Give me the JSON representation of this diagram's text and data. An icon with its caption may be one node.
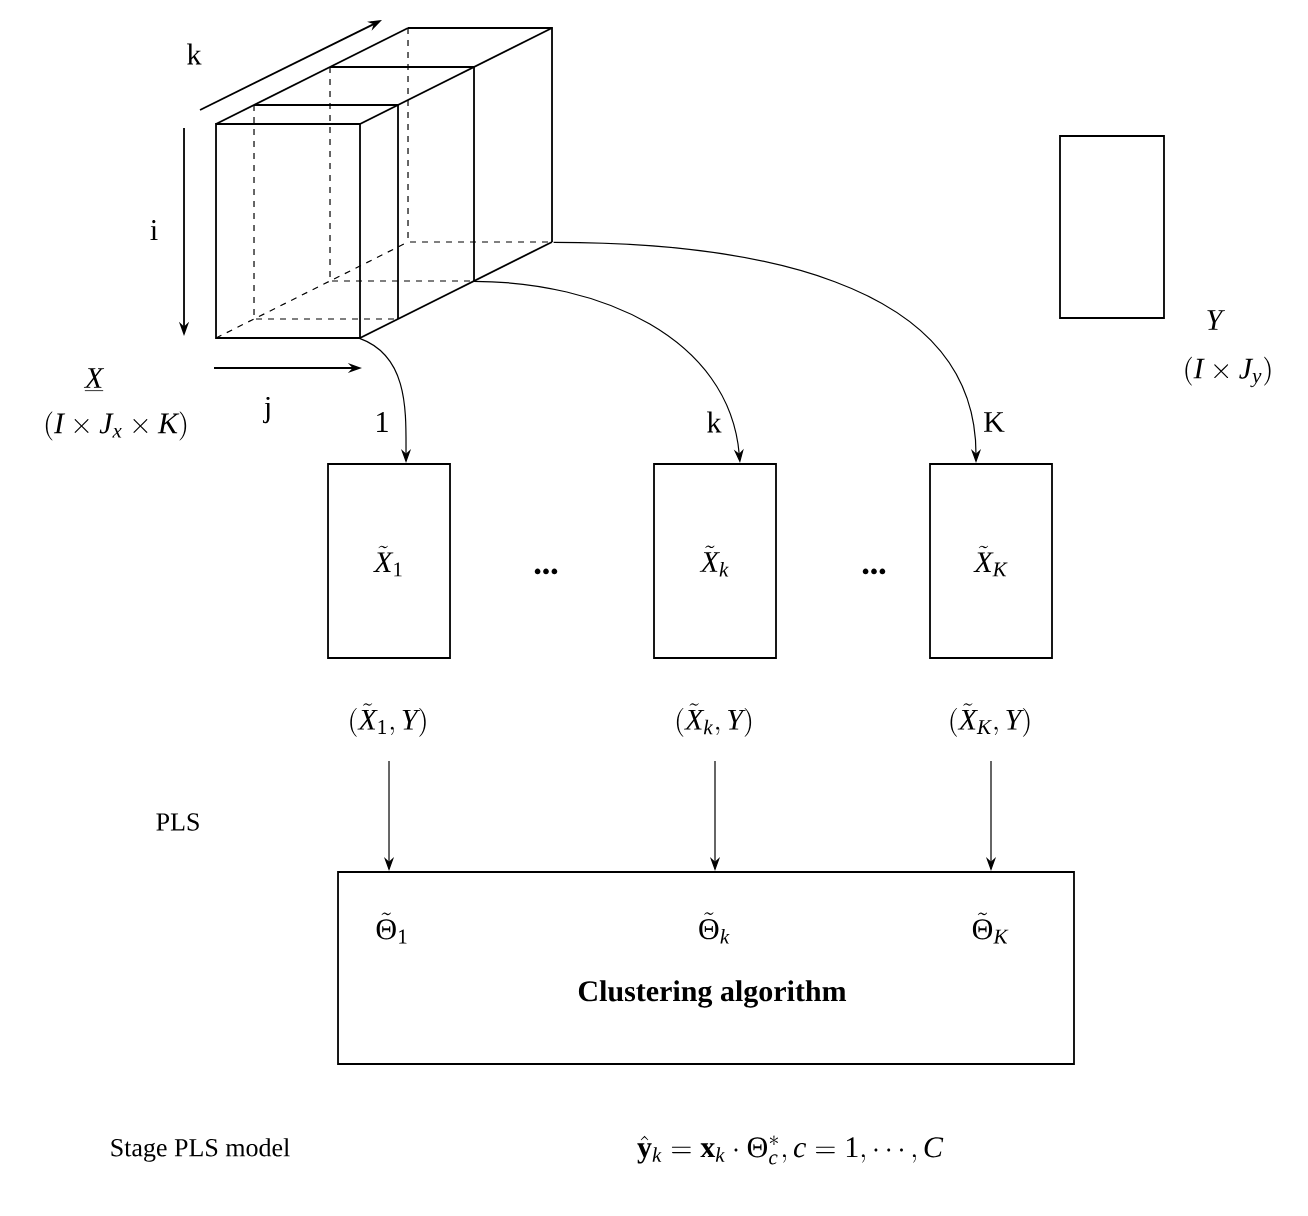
{
  "diagram": {
    "nodes": [
      {
        "text": [],
        "shape": "picture",
        "beside": [
          "k",
          "i",
          "j",
          "\\underline{X}",
          "(I\\times J_x\\times K)"
        ]
      },
      {
        "text": [],
        "shape": "box",
        "beside": [
          "Y",
          "(I\\times J_y)"
        ]
      },
      {
        "text": [
          "\\tilde{X}_1"
        ],
        "beside": [
          "(\\tilde{X}_1,Y)"
        ]
      },
      {
        "text": [
          "\\tilde{X}_k"
        ],
        "beside": [
          "(\\tilde{X}_k,Y)"
        ]
      },
      {
        "text": [
          "\\tilde{X}_K"
        ],
        "beside": [
          "(\\tilde{X}_K,Y)"
        ]
      },
      {
        "text": [
          "\\tilde{\\Theta}_1",
          "\\tilde{\\Theta}_k",
          "\\tilde{\\Theta}_K",
          "Clustering algorithm"
        ]
      }
    ],
    "edges": [
      {
        "from": 0,
        "to": 2,
        "arrow": "to",
        "label": "1"
      },
      {
        "from": 0,
        "to": 3,
        "arrow": "to",
        "label": "k"
      },
      {
        "from": 0,
        "to": 4,
        "arrow": "to",
        "label": "K"
      },
      {
        "from": 2,
        "to": 5,
        "arrow": "to"
      },
      {
        "from": 3,
        "to": 5,
        "arrow": "to"
      },
      {
        "from": 4,
        "to": 5,
        "arrow": "to"
      }
    ],
    "labels": [
      "•••",
      "•••",
      "PLS",
      "Stage PLS model",
      "\\hat{\\mathbf{y}}_k=\\mathbf{x}_k\\cdot\\Theta_c^{*},c=1,\\cdots,C"
    ]
  }
}
